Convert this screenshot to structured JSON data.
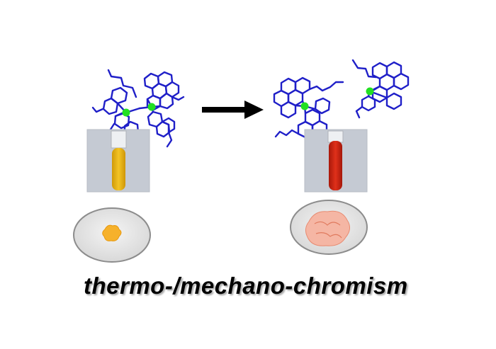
{
  "caption": "thermo-/mechano-chromism",
  "colors": {
    "bond": "#1f1fc8",
    "metal": "#22e022",
    "tube_frame": "#c4c9d2",
    "liquid_left": "#e7b00c",
    "liquid_right": "#c8200c",
    "powder_left": "#f6b12b",
    "powder_right": "#f2a08a",
    "dish": "#dcdcdc",
    "dish_outline": "#8c8c8c",
    "arrow": "#000000"
  },
  "icons": {
    "left_molecule": "dinuclear-complex-structure",
    "right_molecule": "mononuclear-complex-structure",
    "arrow": "right-arrow-icon"
  }
}
